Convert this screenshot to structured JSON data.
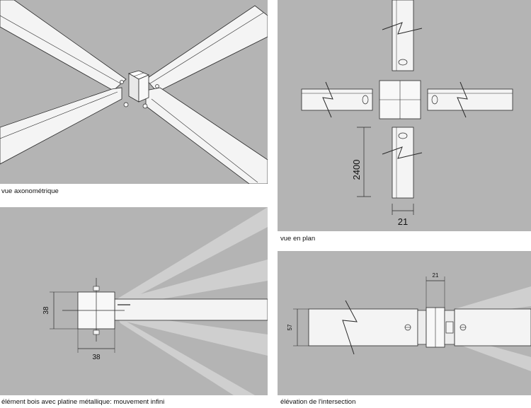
{
  "captions": {
    "axo": "vue axonométrique",
    "plan": "vue en plan",
    "detail": "élément bois avec platine métallique: mouvement infini",
    "elevation": "élévation de l'intersection"
  },
  "dimensions": {
    "plan_length": "2400",
    "plan_width": "21",
    "detail_height": "38",
    "detail_width": "38",
    "elevation_height": "57",
    "elevation_width": "21"
  },
  "colors": {
    "background_gray": "#b4b4b4",
    "element_white": "#f4f4f4",
    "line": "#2a2a2a",
    "shadow_band": "#cfcfcf"
  }
}
